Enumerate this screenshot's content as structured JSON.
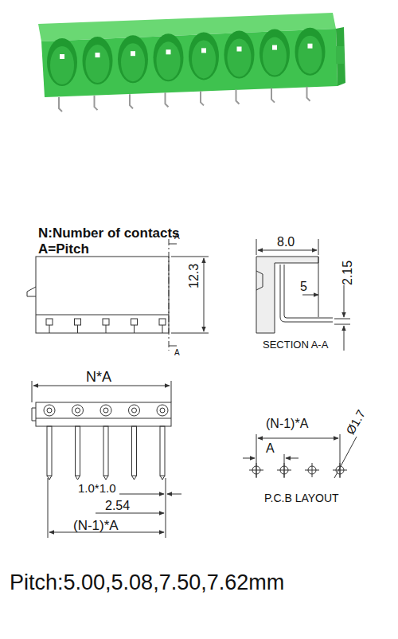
{
  "diagram": {
    "caption": "Pitch:5.00,5.08,7.50,7.62mm",
    "labels": [
      "N:Number of contacts",
      "A=Pitch",
      "A",
      "12.3",
      "A",
      "8.0",
      "5",
      "2.15",
      "SECTION A-A",
      "N*A",
      "1.0*1.0",
      "2.54",
      "(N-1)*A",
      "(N-1)*A",
      "A",
      "Ø1.7",
      "P.C.B LAYOUT"
    ]
  }
}
